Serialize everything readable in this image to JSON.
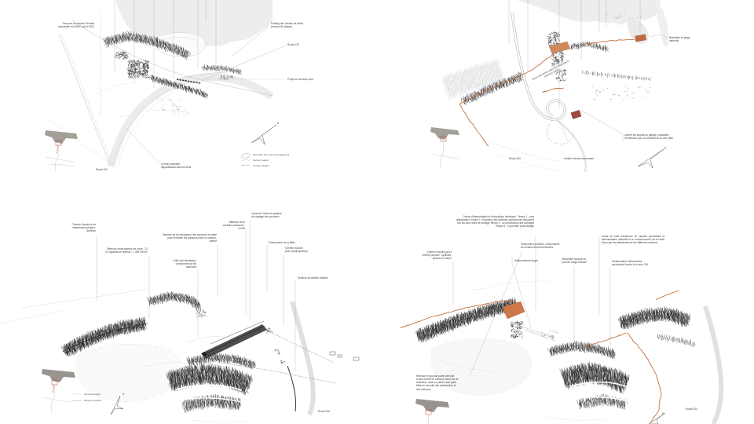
{
  "panels": {
    "top_left": {
      "labels": {
        "perrault": "Parcours du chemin Perrault accessible à la MRC par le MTQ",
        "parking": "Parking des Jardins de Métis (environ 80 places)",
        "route132": "Route 132",
        "pont": "Projet de nouveau pont",
        "chemin_pedestre": "Chemin pedestre disparaissant dans les bois",
        "route234": "Route 234"
      },
      "legend": {
        "perimetre": "Périmètre d'un futur aménagement",
        "sentier_projete": "Sentier projeté",
        "sentier_existant": "Sentier existant"
      },
      "north": "N"
    },
    "top_right": {
      "labels": {
        "belvedere": "Belvédère et plage naturelle",
        "garage": "Libérer les abords du garage, possibilité d'extension pour un commerce ou une halte",
        "quai": "Quai saisonnier entre les deux parcs (environ 150m)",
        "route234": "Route 234",
        "sentier_secondaire": "Sentier d'accès secondaire"
      },
      "north": "N"
    },
    "bottom_left": {
      "labels": {
        "acces": "Chemin d'accès et de maintenance (Hydro-Québec)",
        "retenue": "Retenue d'eau/hauteur de chute : 21 m Capacité de retenue : 1 395 000 m³",
        "barriere": "Barrière de dé-dévalaison des saumons et piège pour remonter les poissons dans un camion-citerne",
        "grille": "Grille anti-dévalaison contournée par les saumons",
        "batiment": "Bâtiment de la centrale puissance : 6 MW",
        "canal": "Canal de l'usine et système de captage des saumons",
        "embouchure": "Embouchure de la Mitis",
        "chemin_prive": "Chemin d'accès privé (Hydroquébec)",
        "mitiwee": "Sentiers du sentier Mitiwee",
        "route234": "Route 234"
      },
      "legend": {
        "sentier_projete": "Sentiers projeté",
        "sentier_existant": "Sentiers existant"
      },
      "north": "N"
    },
    "bottom_right": {
      "labels": {
        "centre": "Centre d'interprétation et d'exposition historique : Temps 1 : post déglaciation Temps 2 : exposition des artefacts autochtones découvert sur les deux sites de barrage Temps 3 : La construction des barrages Temps 4 : La période post-barrage",
        "chemin_perrault": "Chemin d'accès par la chemin perrault : cyclistes, piétons et voiture",
        "passerelle": "Passerelle zoomable, conservation de certains éléments illustrés",
        "stationnement": "Stationnement frugal",
        "belvedere": "Belvédère déposé du premier étage arbustif",
        "canal": "Canal de fuite transformé en rapides permettant la sédimentation naturelle et le contournement de la chute d'eau par les plaisanciers et les différents animaux",
        "embarcadere": "Embarcadère/ débarcadère permettant l'accès à la route 234",
        "retenue": "Retenue en grande partie démolie, renforcement de certains éléments de fondation, mise en place d'une grille - Mise en sécurité des plaisanciers et des animaux",
        "route234": "Route 234"
      },
      "north": "N"
    }
  },
  "colors": {
    "accent_orange": "#c4703f",
    "building_red": "#9e4a3e",
    "water_gray": "#ececec",
    "map_gray": "#a39f99"
  }
}
